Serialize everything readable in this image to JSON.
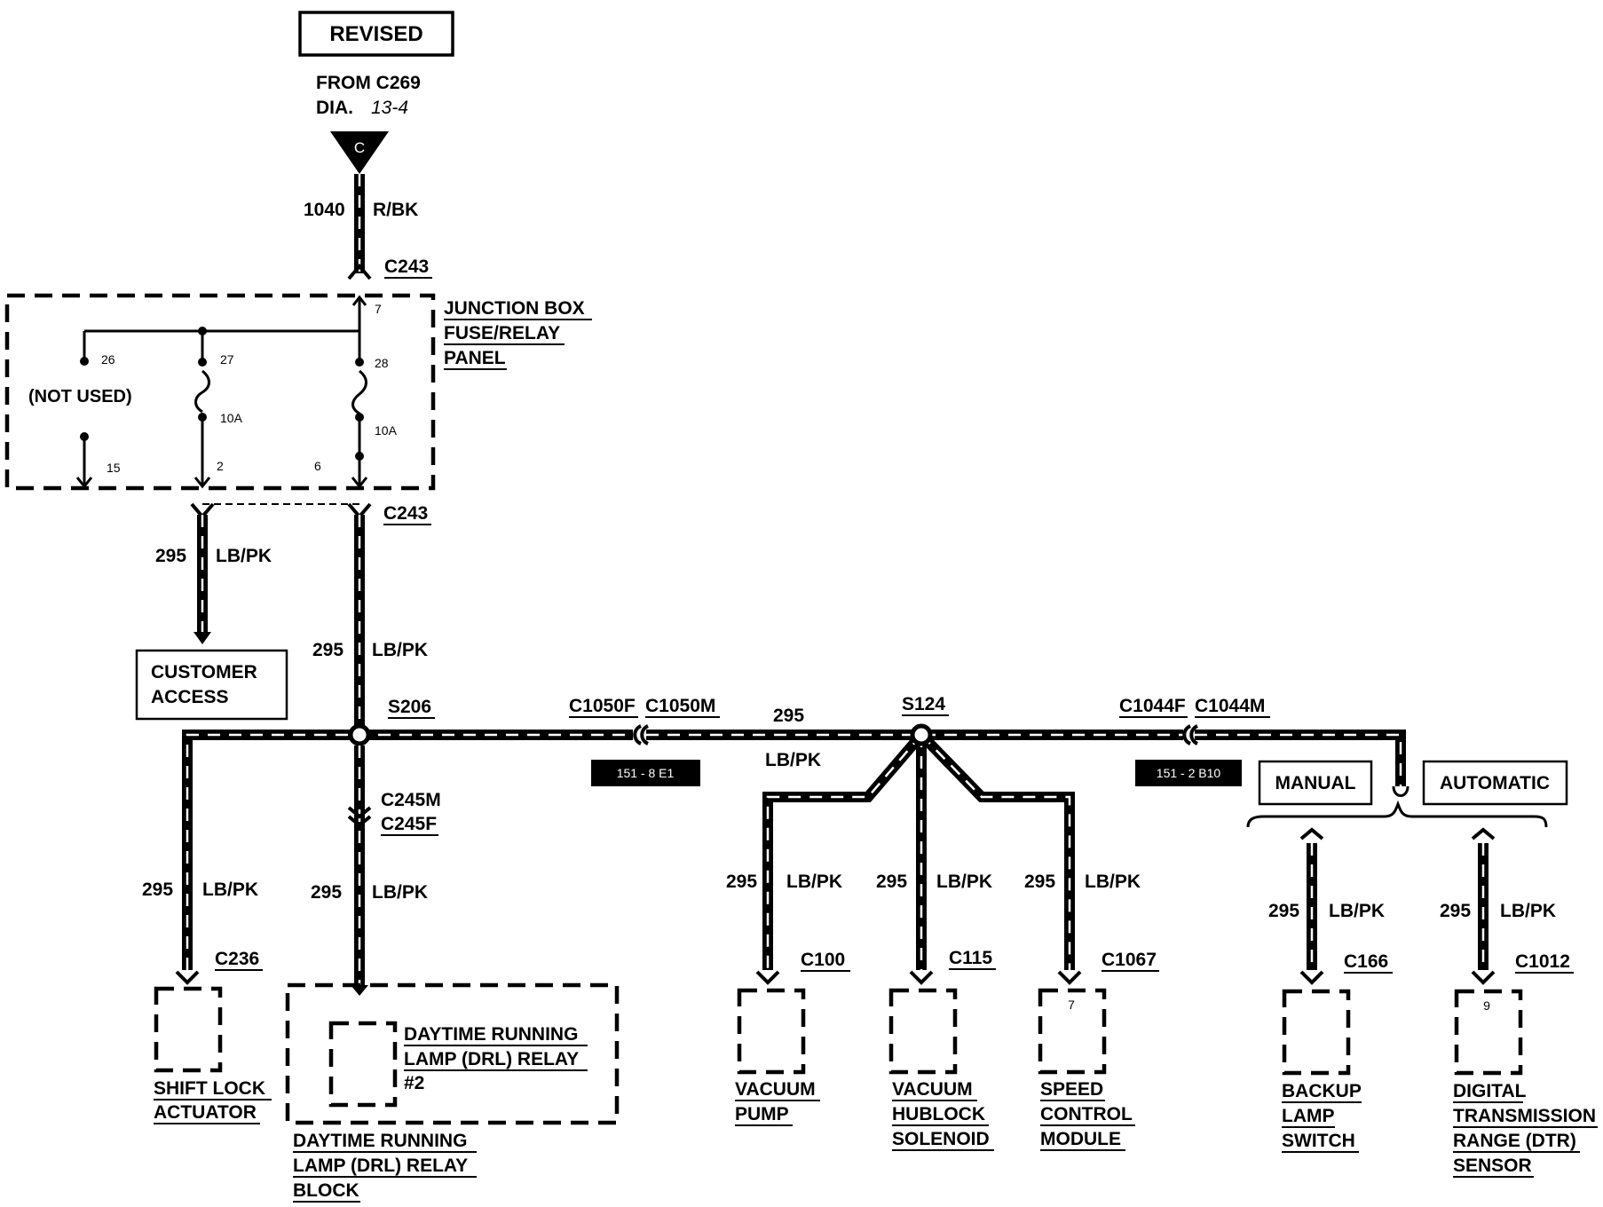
{
  "header": {
    "revised": "REVISED",
    "from_line": "FROM C269",
    "dia_prefix": "DIA.",
    "dia_ref": "13-4",
    "connector_letter": "C"
  },
  "feed": {
    "circuit": "1040",
    "color": "R/BK",
    "connector_top": "C243"
  },
  "junction_box": {
    "title_lines": [
      "JUNCTION BOX",
      "FUSE/RELAY",
      "PANEL"
    ],
    "not_used": "(NOT USED)",
    "pins": {
      "p7": "7",
      "p26": "26",
      "p27": "27",
      "p28": "28",
      "p15": "15",
      "p2": "2",
      "p6": "6"
    },
    "fuse_left": "10A",
    "fuse_right": "10A"
  },
  "connector_bottom": "C243",
  "customer_access": {
    "circuit": "295",
    "color": "LB/PK",
    "lines": [
      "CUSTOMER",
      "ACCESS"
    ]
  },
  "main_vertical": {
    "circuit": "295",
    "color": "LB/PK"
  },
  "splices": {
    "s206": "S206",
    "s124": "S124"
  },
  "inline_connectors": {
    "c1050f": "C1050F",
    "c1050m": "C1050M",
    "c1044f": "C1044F",
    "c1044m": "C1044M",
    "c245m": "C245M",
    "c245f": "C245F"
  },
  "bus": {
    "circuit": "295",
    "color": "LB/PK",
    "tag_left": "151 - 8 E1",
    "tag_right": "151 - 2 B10"
  },
  "options": {
    "manual": "MANUAL",
    "automatic": "AUTOMATIC"
  },
  "branches": [
    {
      "key": "shift_lock",
      "circuit": "295",
      "color": "LB/PK",
      "connector": "C236",
      "pin": "",
      "lines": [
        "SHIFT LOCK",
        "ACTUATOR"
      ]
    },
    {
      "key": "drl",
      "circuit": "295",
      "color": "LB/PK",
      "connector": "",
      "pin": "",
      "lines": [
        "DAYTIME RUNNING",
        "LAMP (DRL) RELAY",
        "#2"
      ]
    },
    {
      "key": "vac_pump",
      "circuit": "295",
      "color": "LB/PK",
      "connector": "C100",
      "pin": "",
      "lines": [
        "VACUUM",
        "PUMP"
      ]
    },
    {
      "key": "hublock",
      "circuit": "295",
      "color": "LB/PK",
      "connector": "C115",
      "pin": "",
      "lines": [
        "VACUUM",
        "HUBLOCK",
        "SOLENOID"
      ]
    },
    {
      "key": "speed",
      "circuit": "295",
      "color": "LB/PK",
      "connector": "C1067",
      "pin": "7",
      "lines": [
        "SPEED",
        "CONTROL",
        "MODULE"
      ]
    },
    {
      "key": "backup",
      "circuit": "295",
      "color": "LB/PK",
      "connector": "C166",
      "pin": "",
      "lines": [
        "BACKUP",
        "LAMP",
        "SWITCH"
      ]
    },
    {
      "key": "dtr",
      "circuit": "295",
      "color": "LB/PK",
      "connector": "C1012",
      "pin": "9",
      "lines": [
        "DIGITAL",
        "TRANSMISSION",
        "RANGE (DTR)",
        "SENSOR"
      ]
    }
  ],
  "drl_block": {
    "lines": [
      "DAYTIME RUNNING",
      "LAMP (DRL) RELAY",
      "BLOCK"
    ]
  }
}
